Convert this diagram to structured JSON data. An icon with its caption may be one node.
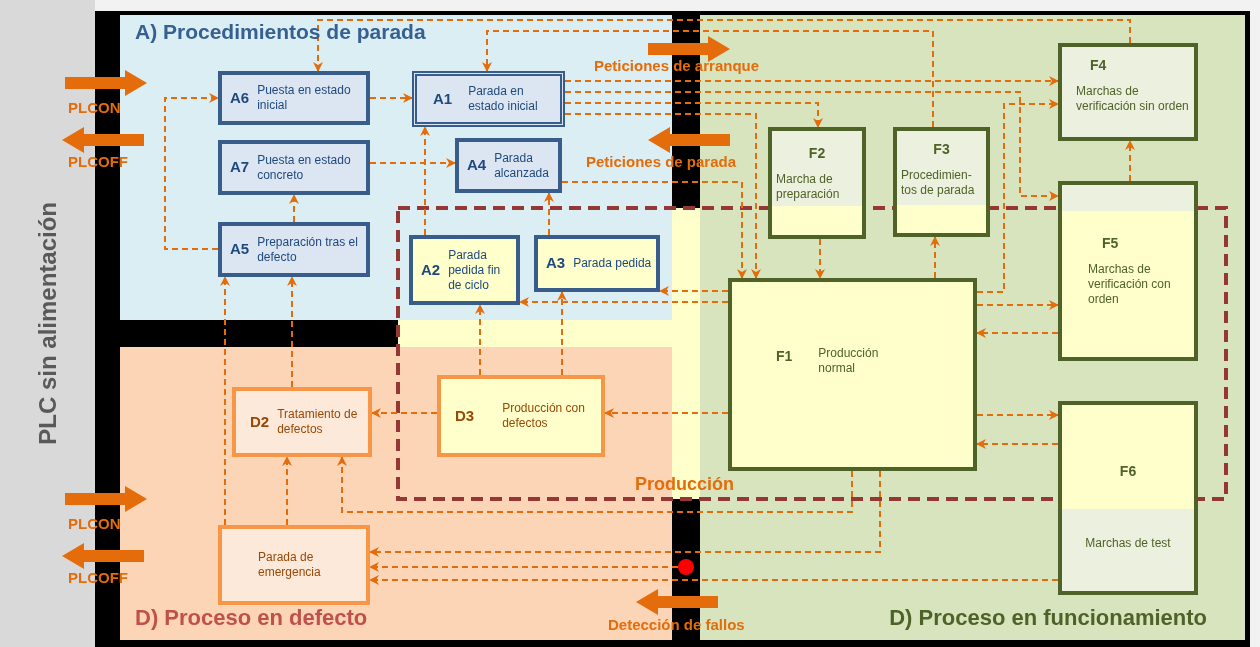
{
  "diagram": {
    "nodes": [
      {
        "text": [
          "PLC sin alimentación"
        ]
      },
      {
        "text": [
          "A) Procedimientos de parada"
        ]
      },
      {
        "text": [
          "D) Proceso en defecto"
        ]
      },
      {
        "text": [
          "D) Proceso en funcionamiento"
        ]
      },
      {
        "text": [
          "A6",
          "Puesta en estado inicial"
        ],
        "in": 1
      },
      {
        "text": [
          "A1",
          "Parada en estado inicial"
        ],
        "in": 1
      },
      {
        "text": [
          "A7",
          "Puesta en estado concreto"
        ],
        "in": 1
      },
      {
        "text": [
          "A4",
          "Parada alcanzada"
        ],
        "in": 1
      },
      {
        "text": [
          "A5",
          "Preparación tras el defecto"
        ],
        "in": 1
      },
      {
        "text": [
          "A2",
          "Parada pedida fin de ciclo"
        ],
        "in": 1
      },
      {
        "text": [
          "A3",
          "Parada pedida"
        ],
        "in": 1
      },
      {
        "text": [
          "F2",
          "Marcha de preparación"
        ],
        "in": 3
      },
      {
        "text": [
          "F3",
          "Procedimien-tos de parada"
        ],
        "in": 3
      },
      {
        "text": [
          "F4",
          "Marchas de verificación sin orden"
        ],
        "in": 3
      },
      {
        "text": [
          "F5",
          "Marchas de verificación con orden"
        ],
        "in": 3
      },
      {
        "text": [
          "F1",
          "Producción normal"
        ],
        "in": 3
      },
      {
        "text": [
          "F6",
          "Marchas de test"
        ],
        "in": 3
      },
      {
        "text": [
          "D2",
          "Tratamiento de defectos"
        ],
        "in": 2
      },
      {
        "text": [
          "D3",
          "Producción con defectos"
        ],
        "in": 2
      },
      {
        "text": [
          "Parada de emergencia"
        ],
        "in": 2
      },
      {
        "text": [],
        "shape": "circle"
      }
    ],
    "edges": [
      {
        "from": 8,
        "to": 4,
        "arrow": "to"
      },
      {
        "from": 4,
        "to": 5,
        "arrow": "to"
      },
      {
        "from": 8,
        "to": 6,
        "arrow": "to"
      },
      {
        "from": 6,
        "to": 7,
        "arrow": "to"
      },
      {
        "from": 9,
        "to": 5,
        "arrow": "to"
      },
      {
        "from": 10,
        "to": 7,
        "arrow": "to"
      },
      {
        "from": 15,
        "to": 10,
        "arrow": "to"
      },
      {
        "from": 15,
        "to": 9,
        "arrow": "to"
      },
      {
        "from": 18,
        "to": 9,
        "arrow": "to"
      },
      {
        "from": 18,
        "to": 10,
        "arrow": "to"
      },
      {
        "from": 18,
        "to": 17,
        "arrow": "to"
      },
      {
        "from": 15,
        "to": 18,
        "arrow": "to"
      },
      {
        "from": 17,
        "to": 8,
        "arrow": "to"
      },
      {
        "from": 19,
        "to": 8,
        "arrow": "to"
      },
      {
        "from": 19,
        "to": 17,
        "arrow": "to"
      },
      {
        "from": 15,
        "to": 17,
        "arrow": "to"
      },
      {
        "from": 15,
        "to": 19,
        "arrow": "to"
      },
      {
        "from": 20,
        "to": 19,
        "arrow": "to"
      },
      {
        "from": 16,
        "to": 19,
        "arrow": "to"
      },
      {
        "from": 5,
        "to": 13,
        "arrow": "to"
      },
      {
        "from": 5,
        "to": 14,
        "arrow": "to"
      },
      {
        "from": 5,
        "to": 11,
        "arrow": "to"
      },
      {
        "from": 5,
        "to": 15,
        "arrow": "to"
      },
      {
        "from": 7,
        "to": 15,
        "arrow": "to"
      },
      {
        "from": 13,
        "to": 4,
        "arrow": "to"
      },
      {
        "from": 12,
        "to": 5,
        "arrow": "to"
      },
      {
        "from": 11,
        "to": 15,
        "arrow": "to"
      },
      {
        "from": 15,
        "to": 12,
        "arrow": "to"
      },
      {
        "from": 15,
        "to": 13,
        "arrow": "to"
      },
      {
        "from": 15,
        "to": 14,
        "arrow": "to"
      },
      {
        "from": 14,
        "to": 15,
        "arrow": "to"
      },
      {
        "from": 15,
        "to": 16,
        "arrow": "to"
      },
      {
        "from": 16,
        "to": 15,
        "arrow": "to"
      },
      {
        "from": 14,
        "to": 13,
        "arrow": "to"
      }
    ],
    "labels": [
      "Peticiones de arranque",
      "PLCON",
      "PLCOFF",
      "Peticiones de parada",
      "Producción",
      "PLCON",
      "PLCOFF",
      "Detección de fallos"
    ]
  }
}
